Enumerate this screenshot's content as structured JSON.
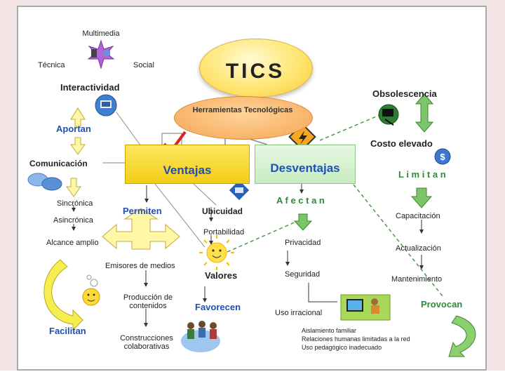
{
  "title": "TICS",
  "herramientas": "Herramientas Tecnológicas",
  "ventajas": "Ventajas",
  "desventajas": "Desventajas",
  "interactividad": {
    "label": "Interactividad",
    "multimedia": "Multimedia",
    "tecnica": "Técnica",
    "social": "Social"
  },
  "left": {
    "aportan": "Aportan",
    "comunicacion": "Comunicación",
    "sincronica": "Sincrónica",
    "asincronica": "Asincrónica",
    "alcance": "Alcance amplio",
    "facilitan": "Facilitan"
  },
  "center": {
    "permiten": "Permiten",
    "emisores": "Emisores de medios",
    "produccion_1": "Producción de",
    "produccion_2": "contenidos",
    "construcciones_1": "Construcciones",
    "construcciones_2": "colaborativas",
    "ubicuidad": "Ubicuidad",
    "portabilidad": "Portabilidad",
    "valores": "Valores",
    "favorecen": "Favorecen"
  },
  "desv": {
    "afectan": "A f e c t a n",
    "privacidad": "Privacidad",
    "seguridad": "Seguridad",
    "uso_irracional": "Uso irracional",
    "efectos": [
      "Aislamiento familiar",
      "Relaciones humanas limitadas a la red",
      "Uso pedagógico inadecuado"
    ]
  },
  "right": {
    "obsolescencia": "Obsolescencia",
    "costo": "Costo elevado",
    "limitan": "L i m i t a n",
    "capacitacion": "Capacitación",
    "actualizacion": "Actualización",
    "mantenimiento": "Mantenimiento",
    "provocan": "Provocan"
  },
  "colors": {
    "blue_text": "#1f4fb5",
    "green_text": "#2e8b3b",
    "ventajas_fill": "#f2cc16",
    "desventajas_fill": "#c7ecc0",
    "herramientas_fill": "#f5a653"
  }
}
